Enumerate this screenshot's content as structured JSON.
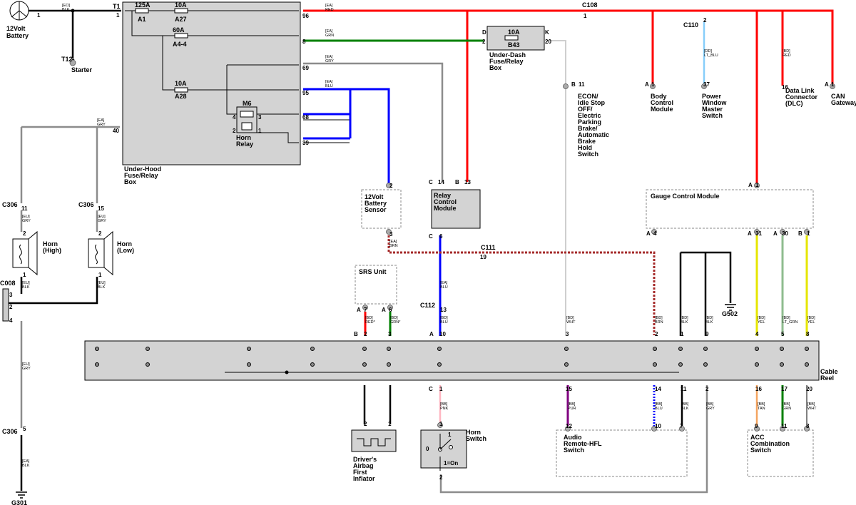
{
  "components": {
    "battery": [
      "12Volt",
      "Battery"
    ],
    "starter": "Starter",
    "underhood_box": [
      "Under-Hood",
      "Fuse/Relay",
      "Box"
    ],
    "underdash_box": [
      "Under-Dash",
      "Fuse/Relay",
      "Box"
    ],
    "horn_relay": [
      "Horn",
      "Relay"
    ],
    "horn_relay_ref": "M6",
    "horn_high": [
      "Horn",
      "(High)"
    ],
    "horn_low": [
      "Horn",
      "(Low)"
    ],
    "battery_sensor": [
      "12Volt",
      "Battery",
      "Sensor"
    ],
    "relay_control_module": [
      "Relay",
      "Control",
      "Module"
    ],
    "srs_unit": "SRS Unit",
    "econ_switch": [
      "ECON/",
      "Idle Stop",
      "OFF/",
      "Electric",
      "Parking",
      "Brake/",
      "Automatic",
      "Brake",
      "Hold",
      "Switch"
    ],
    "body_control_module": [
      "Body",
      "Control",
      "Module"
    ],
    "power_window_switch": [
      "Power",
      "Window",
      "Master",
      "Switch"
    ],
    "dlc": [
      "Data Link",
      "Connector",
      "(DLC)"
    ],
    "can_gateway": [
      "CAN",
      "Gateway"
    ],
    "gauge_control_module": "Gauge Control Module",
    "cable_reel": [
      "Cable",
      "Reel"
    ],
    "airbag_inflator": [
      "Driver's",
      "Airbag",
      "First",
      "Inflator"
    ],
    "horn_switch": [
      "Horn",
      "Switch"
    ],
    "horn_switch_state": "1=On",
    "horn_switch_pos0": "0",
    "horn_switch_pos1": "1",
    "audio_switch": [
      "Audio",
      "Remote-HFL",
      "Switch"
    ],
    "acc_switch": [
      "ACC",
      "Combination",
      "Switch"
    ]
  },
  "fuses": [
    {
      "rating": "125A",
      "id": "A1"
    },
    {
      "rating": "10A",
      "id": "A27"
    },
    {
      "rating": "60A",
      "id": "A4-4"
    },
    {
      "rating": "10A",
      "id": "A28"
    },
    {
      "rating": "10A",
      "id": "B43"
    }
  ],
  "connectors": {
    "T1": "T1",
    "T12": "T12",
    "C108": "C108",
    "C110": "C110",
    "C111": "C111",
    "C112": "C112",
    "C306": "C306",
    "C008": "C008",
    "G301": "G301",
    "G502": "G502"
  },
  "wire_codes": {
    "eo_blk": [
      "[EO]",
      "BLK"
    ],
    "ea_red": [
      "[EA]",
      "RED"
    ],
    "ea_grn": [
      "[EA]",
      "GRN"
    ],
    "ea_gry": [
      "[EA]",
      "GRY"
    ],
    "ea_blu": [
      "[EA]",
      "BLU"
    ],
    "ea_brn": [
      "[EA]",
      "BRN"
    ],
    "ea_blk": [
      "[EA]",
      "BLK"
    ],
    "eu_gry": [
      "[EU]",
      "GRY"
    ],
    "eu_blk": [
      "[EU]",
      "BLK"
    ],
    "dd_ltblu": [
      "[DD]",
      "LT_BLU"
    ],
    "bd_red": [
      "[BD]",
      "RED"
    ],
    "bd_redstar": [
      "[BD]",
      "RED*"
    ],
    "bd_grnstar": [
      "[BD]",
      "GRN*"
    ],
    "bd_wht": [
      "[BD]",
      "WHT"
    ],
    "bd_brn": [
      "[BD]",
      "BRN"
    ],
    "bd_blk": [
      "[BD]",
      "BLK"
    ],
    "bd_yel": [
      "[BD]",
      "YEL"
    ],
    "bd_ltgrn": [
      "[BD]",
      "LT_GRN"
    ],
    "bd_blu": [
      "[BD]",
      "BLU"
    ],
    "bb_pnk": [
      "[BB]",
      "PNK"
    ],
    "bb_pur": [
      "[BB]",
      "PUR"
    ],
    "bb_blu": [
      "[BB]",
      "BLU"
    ],
    "bb_blk": [
      "[BB]",
      "BLK"
    ],
    "bb_gry": [
      "[BB]",
      "GRY"
    ],
    "bb_tan": [
      "[BB]",
      "TAN"
    ],
    "bb_grn": [
      "[BB]",
      "GRN"
    ],
    "bb_wht": [
      "[BB]",
      "WHT"
    ]
  },
  "pins": {
    "batt": "1",
    "t1": "1",
    "t12": "1",
    "p96": "96",
    "p8": "8",
    "p69": "69",
    "p95": "95",
    "p68": "68",
    "p39": "39",
    "p40": "40",
    "relay4": "4",
    "relay3": "3",
    "relay2": "2",
    "relay1": "1",
    "d2": "2",
    "k20": "20",
    "c108_1": "1",
    "c110_2": "2",
    "b11": "11",
    "a1": "1",
    "p37": "37",
    "p16": "16",
    "canA1": "1",
    "c306_11": "11",
    "c306_15": "15",
    "hh2": "2",
    "hh1": "1",
    "hl2": "2",
    "hl1": "1",
    "c008_3": "3",
    "c008_2": "2",
    "c008_4": "4",
    "c306_5": "5",
    "bs2": "2",
    "bs3": "3",
    "c14": "14",
    "b13": "13",
    "c6": "6",
    "c111_19": "19",
    "c112_13": "13",
    "gA1": "1",
    "gA4": "4",
    "gA31": "31",
    "gA30": "30",
    "gB1": "1",
    "srsA7": "7",
    "srsA6": "6",
    "crB2": "2",
    "cr3": "3",
    "crA10": "10",
    "cr3b": "3",
    "cr2": "2",
    "cr1": "1",
    "cr9": "9",
    "cr4": "4",
    "cr5": "5",
    "cr8": "8",
    "crC1": "1",
    "cr15": "15",
    "cr14": "14",
    "cr11": "11",
    "cr2b": "2",
    "cr16": "16",
    "cr17": "17",
    "cr20": "20",
    "inf2": "2",
    "inf1": "1",
    "hs1": "1",
    "hs2": "2",
    "au12": "12",
    "au10": "10",
    "au7": "7",
    "acc9": "9",
    "acc11": "11",
    "acc8": "8"
  },
  "pin_letters": {
    "A": "A",
    "B": "B",
    "C": "D",
    "K": "K",
    "Cc": "C"
  }
}
